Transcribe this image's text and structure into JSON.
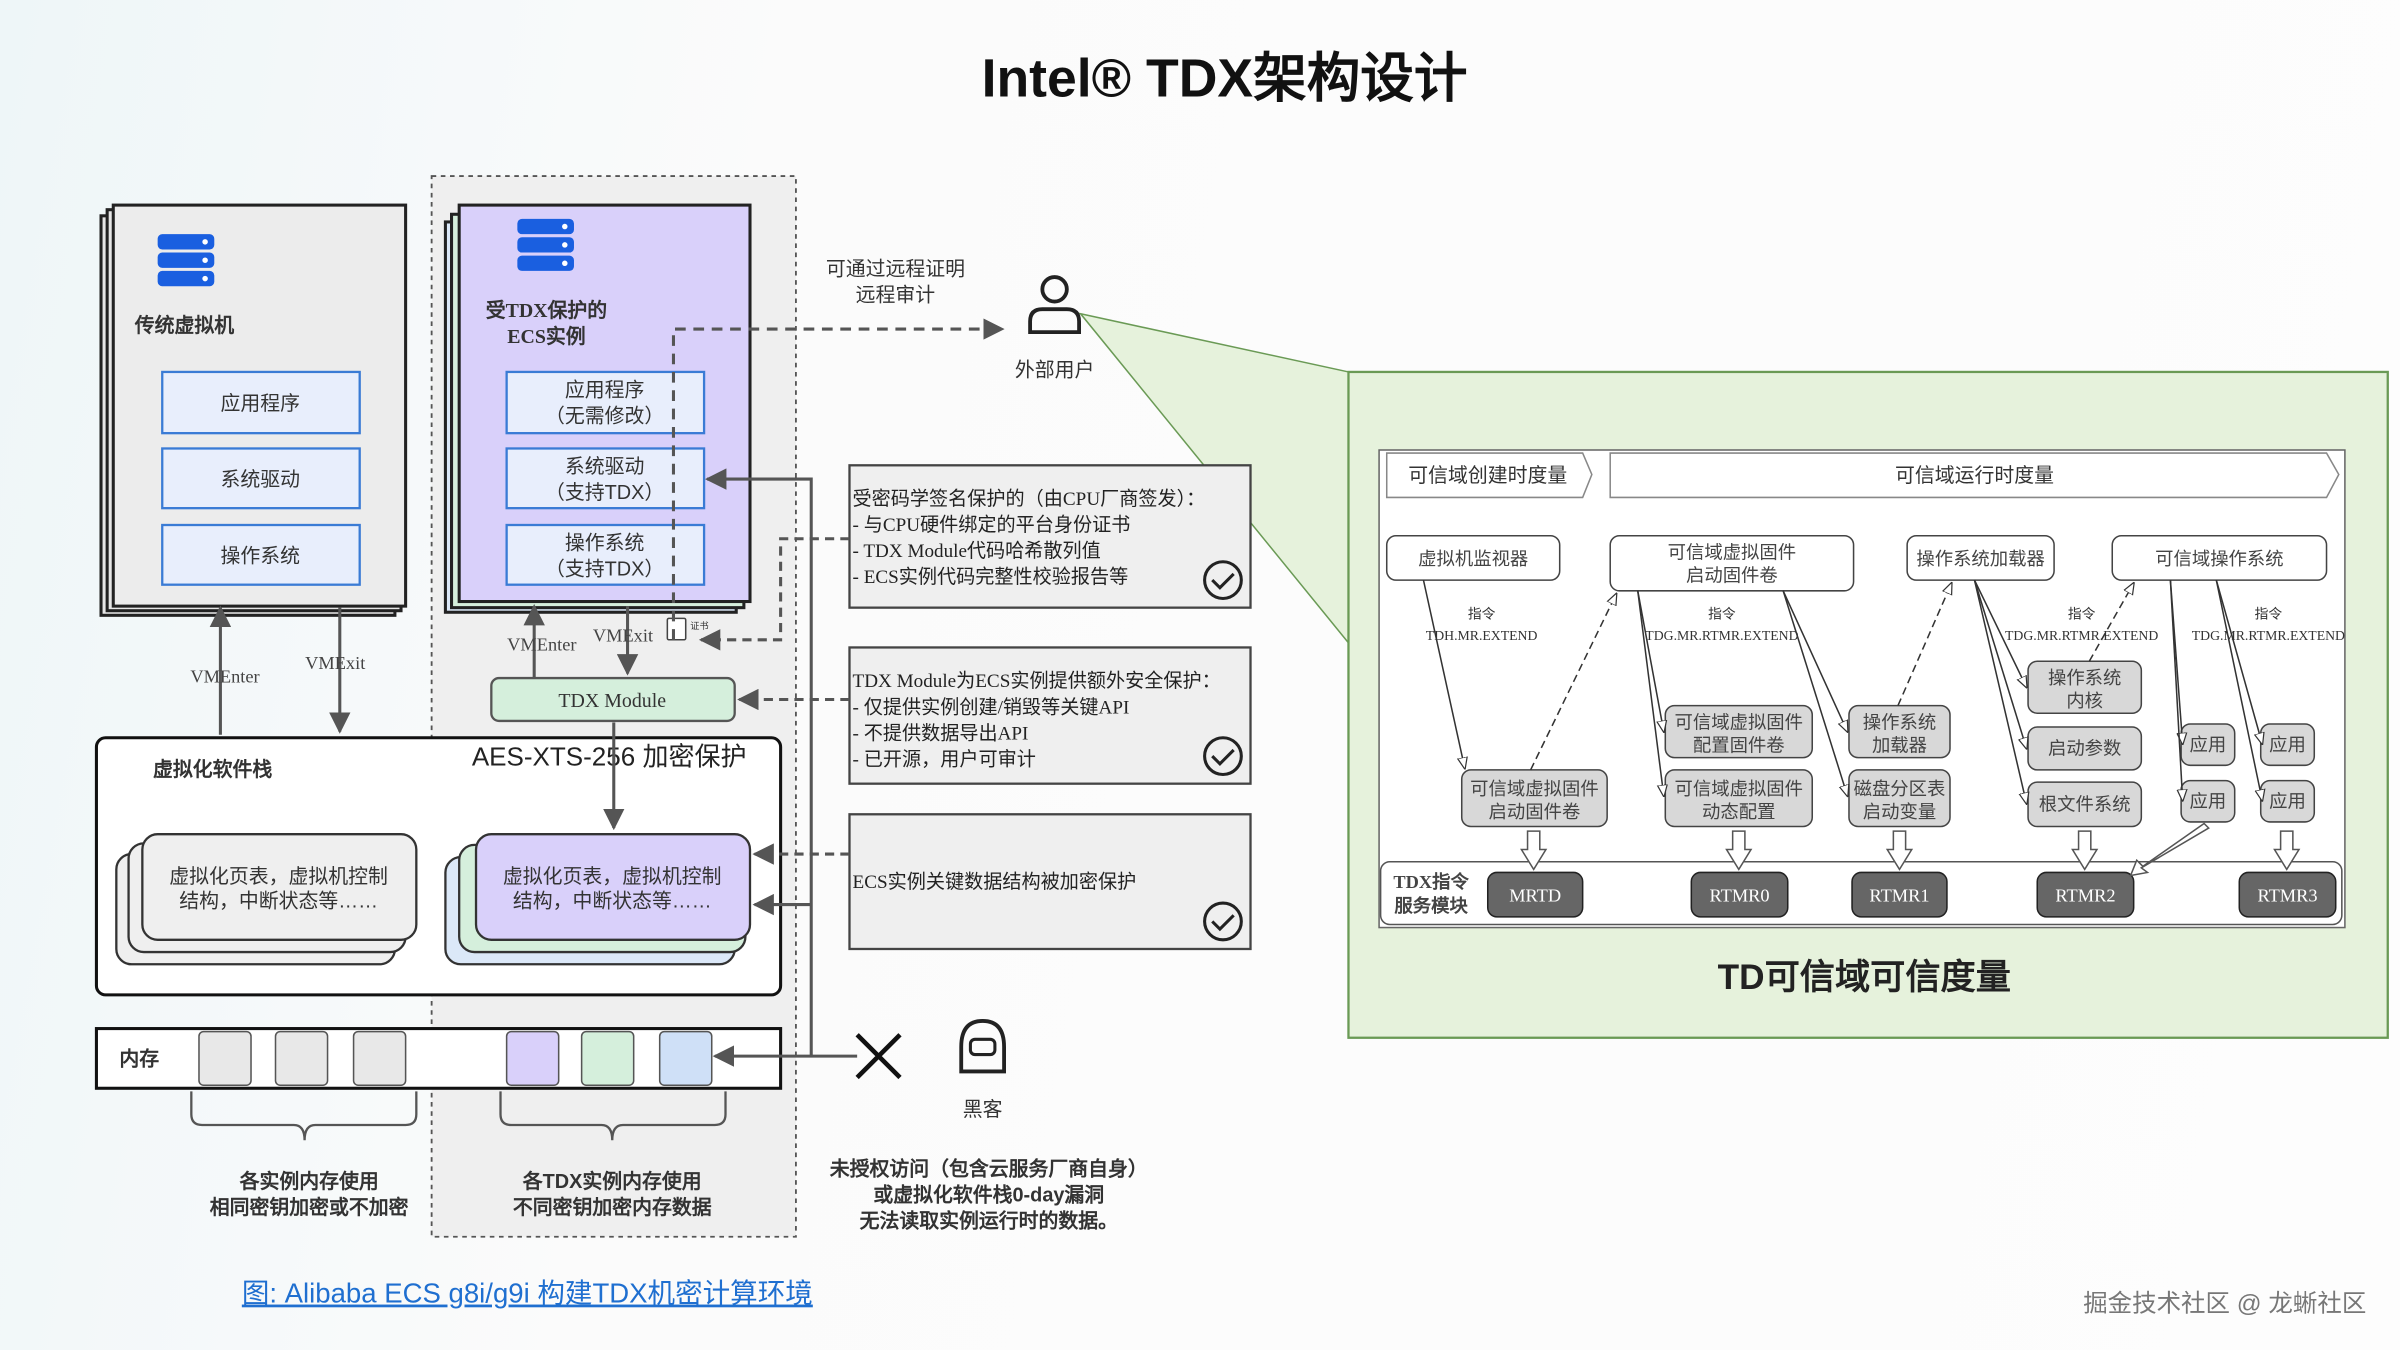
{
  "title": "Intel® TDX架构设计",
  "traditional_vm": {
    "label": "传统虚拟机",
    "layers": [
      "应用程序",
      "系统驱动",
      "操作系统"
    ],
    "vmenter": "VMEnter",
    "vmexit": "VMExit"
  },
  "tdx_vm": {
    "label": [
      "受TDX保护的",
      "ECS实例"
    ],
    "layers": [
      [
        "应用程序",
        "（无需修改）"
      ],
      [
        "系统驱动",
        "（支持TDX）"
      ],
      [
        "操作系统",
        "（支持TDX）"
      ]
    ],
    "vmenter": "VMEnter",
    "vmexit": "VMExit",
    "cert": "证书"
  },
  "tdx_module": "TDX Module",
  "virt_stack": {
    "label": "虚拟化软件栈",
    "encryption": "AES-XTS-256 加密保护",
    "left_card": [
      "虚拟化页表，虚拟机控制",
      "结构，中断状态等……"
    ],
    "right_card": [
      "虚拟化页表，虚拟机控制",
      "结构，中断状态等……"
    ]
  },
  "memory": {
    "label": "内存",
    "left_caption": [
      "各实例内存使用",
      "相同密钥加密或不加密"
    ],
    "right_caption": [
      "各TDX实例内存使用",
      "不同密钥加密内存数据"
    ]
  },
  "attestation": {
    "note": [
      "可通过远程证明",
      "远程审计"
    ],
    "user": "外部用户"
  },
  "info_boxes": [
    {
      "lines": [
        "受密码学签名保护的（由CPU厂商签发）：",
        "- 与CPU硬件绑定的平台身份证书",
        "- TDX Module代码哈希散列值",
        "- ECS实例代码完整性校验报告等"
      ],
      "checked": true
    },
    {
      "lines": [
        "TDX Module为ECS实例提供额外安全保护：",
        "- 仅提供实例创建/销毁等关键API",
        "- 不提供数据导出API",
        "- 已开源，用户可审计"
      ],
      "checked": true
    },
    {
      "lines": [
        "ECS实例关键数据结构被加密保护"
      ],
      "checked": true
    }
  ],
  "attacker": {
    "label": "黑客",
    "note": [
      "未授权访问（包含云服务厂商自身）",
      "或虚拟化软件栈0-day漏洞",
      "无法读取实例运行时的数据。"
    ]
  },
  "figure_link": "图: Alibaba ECS g8i/g9i  构建TDX机密计算环境",
  "watermark": "掘金技术社区 @ 龙蜥社区",
  "measurement": {
    "caption": "TD可信域可信度量",
    "phase_create": "可信域创建时度量",
    "phase_runtime": "可信域运行时度量",
    "sources": [
      "虚拟机监视器",
      [
        "可信域虚拟固件",
        "启动固件卷"
      ],
      "操作系统加载器",
      "可信域操作系统"
    ],
    "instructions": [
      [
        "指令",
        "TDH.MR.EXTEND"
      ],
      [
        "指令",
        "TDG.MR.RTMR.EXTEND"
      ],
      [
        "指令",
        "TDG.MR.RTMR.EXTEND"
      ],
      [
        "指令",
        "TDG.MR.RTMR.EXTEND"
      ]
    ],
    "measured": {
      "mrtd": [
        [
          "可信域虚拟固件",
          "启动固件卷"
        ]
      ],
      "rtmr0": [
        [
          "可信域虚拟固件",
          "配置固件卷"
        ],
        [
          "可信域虚拟固件",
          "动态配置"
        ]
      ],
      "rtmr1": [
        [
          "操作系统",
          "加载器"
        ],
        [
          "磁盘分区表",
          "启动变量"
        ]
      ],
      "rtmr2": [
        [
          "操作系统",
          "内核"
        ],
        [
          "启动参数"
        ],
        [
          "根文件系统"
        ]
      ],
      "apps_a": [
        [
          "应用"
        ],
        [
          "应用"
        ]
      ],
      "apps_b": [
        [
          "应用"
        ],
        [
          "应用"
        ]
      ]
    },
    "module_label": [
      "TDX指令",
      "服务模块"
    ],
    "registers": [
      "MRTD",
      "RTMR0",
      "RTMR1",
      "RTMR2",
      "RTMR3"
    ]
  },
  "colors": {
    "server_icon": "#1a5fe0",
    "tdx_vm_fill": "#d9d0fa",
    "tdx_module_fill": "#d5efdc",
    "layer_border": "#3a7bd5",
    "panel_green": "#e6f2dc",
    "register_fill": "#666666",
    "link": "#1f6fd0"
  }
}
